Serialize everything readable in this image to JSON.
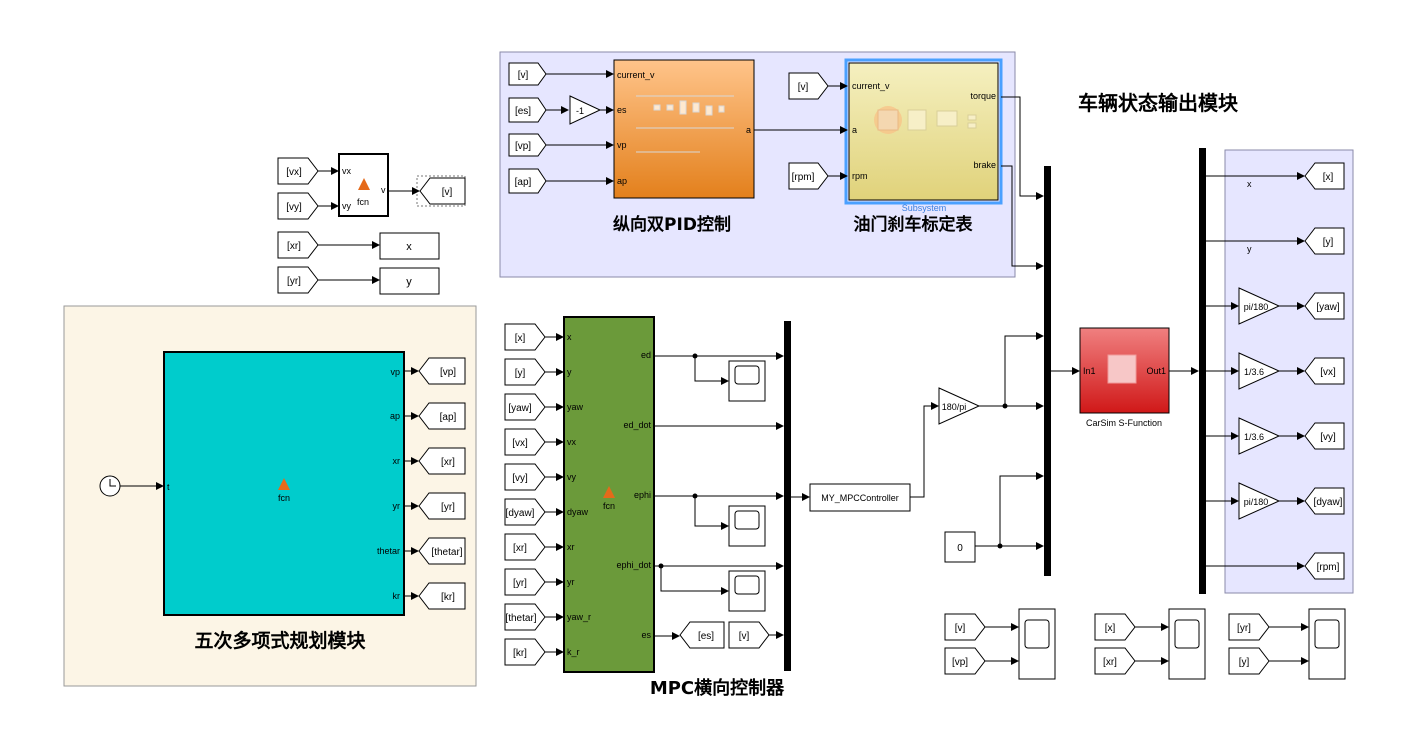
{
  "areas": {
    "pid_group_title": "纵向双PID控制",
    "throttle_title": "油门刹车标定表",
    "state_title": "车辆状态输出模块",
    "poly_title": "五次多项式规划模块",
    "mpc_title": "MPC横向控制器",
    "subsystem_caption": "Subsystem",
    "carsim_caption": "CarSim S-Function"
  },
  "tags": {
    "from_v_pid": "[v]",
    "from_es": "[es]",
    "from_vp": "[vp]",
    "from_ap": "[ap]",
    "from_v_sub": "[v]",
    "from_rpm": "[rpm]",
    "from_vx_top": "[vx]",
    "from_vy_top": "[vy]",
    "goto_v_top": "[v]",
    "from_xr_top": "[xr]",
    "from_yr_top": "[yr]",
    "goto_vp": "[vp]",
    "goto_ap": "[ap]",
    "goto_xr": "[xr]",
    "goto_yr": "[yr]",
    "goto_thetar": "[thetar]",
    "goto_kr": "[kr]",
    "mpc_in_x": "[x]",
    "mpc_in_y": "[y]",
    "mpc_in_yaw": "[yaw]",
    "mpc_in_vx": "[vx]",
    "mpc_in_vy": "[vy]",
    "mpc_in_dyaw": "[dyaw]",
    "mpc_in_xr": "[xr]",
    "mpc_in_yr": "[yr]",
    "mpc_in_thetar": "[thetar]",
    "mpc_in_kr": "[kr]",
    "goto_es": "[es]",
    "from_v_mpc": "[v]",
    "out_x": "[x]",
    "out_y": "[y]",
    "out_yaw": "[yaw]",
    "out_vx": "[vx]",
    "out_vy": "[vy]",
    "out_dyaw": "[dyaw]",
    "out_rpm": "[rpm]",
    "scope1_a": "[v]",
    "scope1_b": "[vp]",
    "scope2_a": "[x]",
    "scope2_b": "[xr]",
    "scope3_a": "[yr]",
    "scope3_b": "[y]"
  },
  "ports": {
    "pid_in": [
      "current_v",
      "es",
      "vp",
      "ap"
    ],
    "pid_out": "a",
    "sub_in": [
      "current_v",
      "a",
      "rpm"
    ],
    "sub_out": [
      "torque",
      "brake"
    ],
    "fcn_small_in": [
      "vx",
      "vy"
    ],
    "fcn_small_out": "v",
    "fcn_small_label": "fcn",
    "poly_in": "t",
    "poly_out": [
      "vp",
      "ap",
      "xr",
      "yr",
      "thetar",
      "kr"
    ],
    "poly_label": "fcn",
    "mpc_in": [
      "x",
      "y",
      "yaw",
      "vx",
      "vy",
      "dyaw",
      "xr",
      "yr",
      "yaw_r",
      "k_r"
    ],
    "mpc_out": [
      "ed",
      "ed_dot",
      "ephi",
      "ephi_dot",
      "es"
    ],
    "mpc_label": "fcn",
    "carsim_in": "In1",
    "carsim_out": "Out1",
    "state_signals": [
      "x",
      "y"
    ]
  },
  "blocks": {
    "gain_neg1": "-1",
    "gain_180pi": "180/pi",
    "const_zero": "0",
    "display_x": "x",
    "display_y": "y",
    "mpc_controller": "MY_MPCController",
    "gain_yaw": "pi/180",
    "gain_vx": "1/3.6",
    "gain_vy": "1/3.6",
    "gain_dyaw": "pi/180"
  }
}
